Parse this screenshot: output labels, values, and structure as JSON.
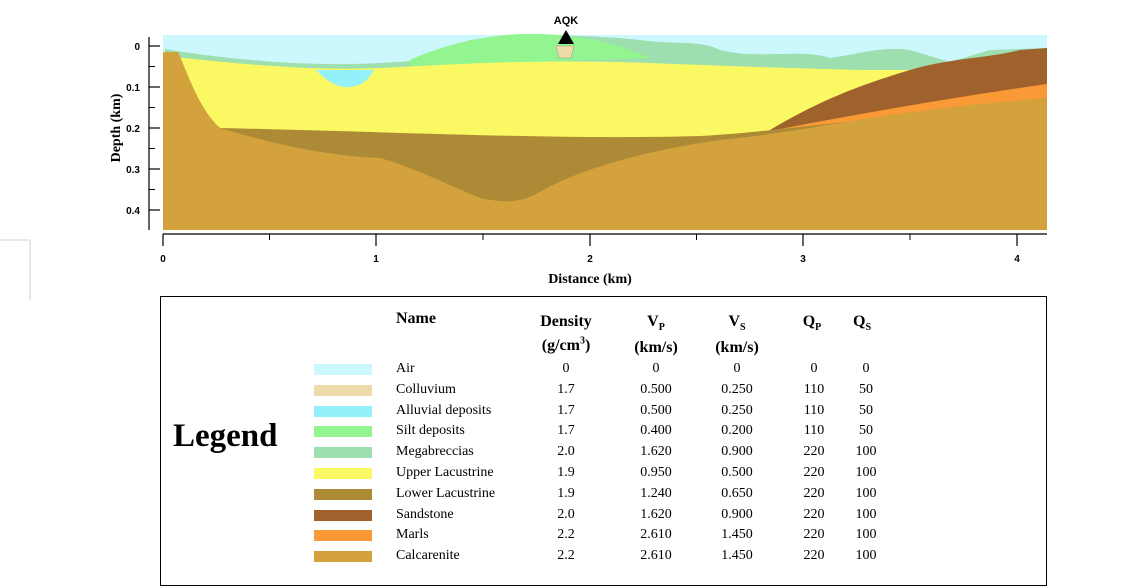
{
  "station": {
    "label": "AQK"
  },
  "axes": {
    "y_label": "Depth (km)",
    "x_label": "Distance (km)",
    "y_ticks": [
      "0",
      "0.1",
      "0.2",
      "0.3",
      "0.4"
    ],
    "x_ticks": [
      "0",
      "1",
      "2",
      "3",
      "4"
    ]
  },
  "legend": {
    "title": "Legend",
    "headers": {
      "name": "Name",
      "density": "Density",
      "density_unit_base": "(g/cm",
      "density_unit_exp": "3",
      "density_unit_close": ")",
      "vp": "V",
      "vp_sub": "P",
      "vs": "V",
      "vs_sub": "S",
      "velocity_unit": "(km/s)",
      "qp": "Q",
      "qp_sub": "P",
      "qs": "Q",
      "qs_sub": "S"
    },
    "rows": [
      {
        "name": "Air",
        "color": "#ccf7fd",
        "density": "0",
        "vp": "0",
        "vs": "0",
        "qp": "0",
        "qs": "0"
      },
      {
        "name": "Colluvium",
        "color": "#eedba9",
        "density": "1.7",
        "vp": "0.500",
        "vs": "0.250",
        "qp": "110",
        "qs": "50"
      },
      {
        "name": "Alluvial deposits",
        "color": "#92f1fb",
        "density": "1.7",
        "vp": "0.500",
        "vs": "0.250",
        "qp": "110",
        "qs": "50"
      },
      {
        "name": "Silt deposits",
        "color": "#92f58f",
        "density": "1.7",
        "vp": "0.400",
        "vs": "0.200",
        "qp": "110",
        "qs": "50"
      },
      {
        "name": "Megabreccias",
        "color": "#9ddfae",
        "density": "2.0",
        "vp": "1.620",
        "vs": "0.900",
        "qp": "220",
        "qs": "100"
      },
      {
        "name": "Upper Lacustrine",
        "color": "#fbf963",
        "density": "1.9",
        "vp": "0.950",
        "vs": "0.500",
        "qp": "220",
        "qs": "100"
      },
      {
        "name": "Lower Lacustrine",
        "color": "#ad8b36",
        "density": "1.9",
        "vp": "1.240",
        "vs": "0.650",
        "qp": "220",
        "qs": "100"
      },
      {
        "name": "Sandstone",
        "color": "#a0622d",
        "density": "2.0",
        "vp": "1.620",
        "vs": "0.900",
        "qp": "220",
        "qs": "100"
      },
      {
        "name": "Marls",
        "color": "#f99a36",
        "density": "2.2",
        "vp": "2.610",
        "vs": "1.450",
        "qp": "220",
        "qs": "100"
      },
      {
        "name": "Calcarenite",
        "color": "#d4a23d",
        "density": "2.2",
        "vp": "2.610",
        "vs": "1.450",
        "qp": "220",
        "qs": "100"
      }
    ]
  }
}
